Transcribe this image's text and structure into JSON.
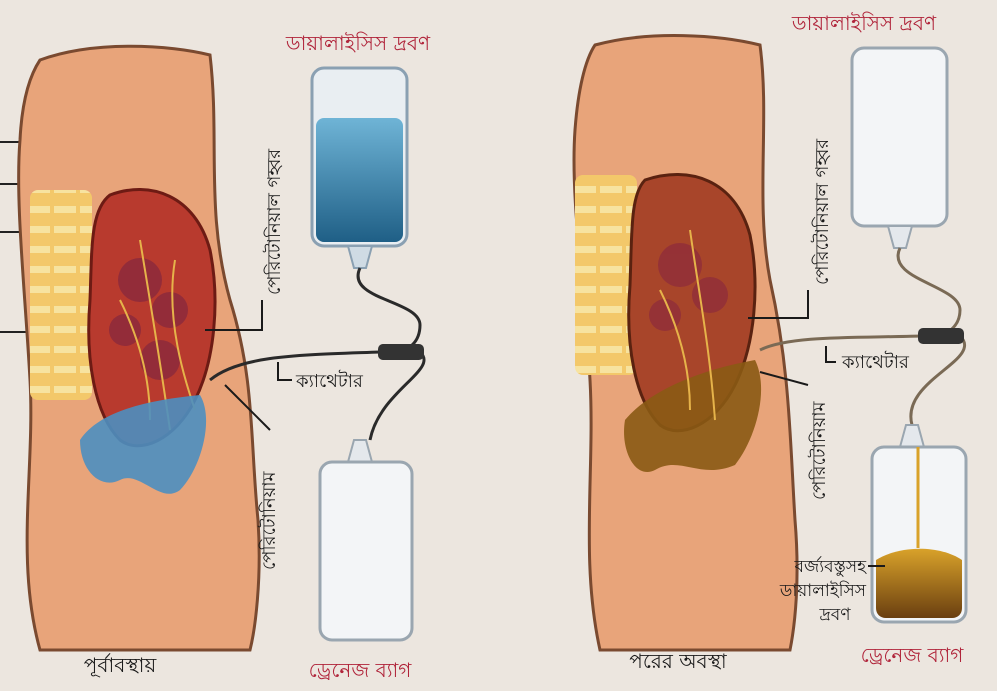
{
  "left_panel": {
    "dialysis_solution_label": "ডায়ালাইসিস দ্রবণ",
    "peritoneal_cavity_label": "পেরিটোনিয়াল গহ্বর",
    "catheter_label": "ক্যাথেটার",
    "peritoneum_label": "পেরিটোনিয়াম",
    "drainage_bag_label": "ড্রেনেজ ব্যাগ",
    "caption": "পূর্বাবস্থায়"
  },
  "right_panel": {
    "dialysis_solution_label": "ডায়ালাইসিস দ্রবণ",
    "peritoneal_cavity_label": "পেরিটোনিয়াল গহ্বর",
    "catheter_label": "ক্যাথেটার",
    "peritoneum_label": "পেরিটোনিয়াম",
    "waste_line1": "বর্জ্যবস্তুসহ",
    "waste_line2": "ডায়ালাইসিস",
    "waste_line3": "দ্রবণ",
    "drainage_bag_label": "ড্রেনেজ ব্যাগ",
    "caption": "পরের অবস্থা"
  },
  "colors": {
    "body": "#e8a47a",
    "cavity": "#b83a2e",
    "solution_blue": "#2e7ea6",
    "waste_fluid": "#8a5a14",
    "label_red": "#b0243a"
  }
}
